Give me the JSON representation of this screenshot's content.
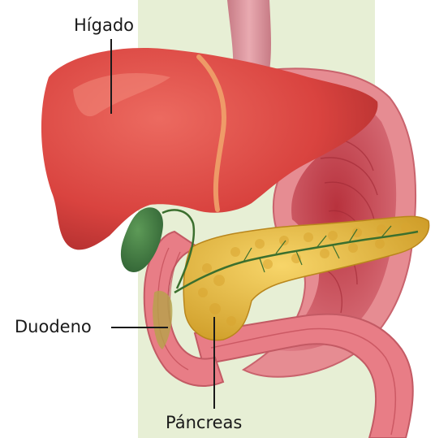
{
  "labels": {
    "liver": "Hígado",
    "duodenum": "Duodeno",
    "pancreas": "Páncreas"
  },
  "colors": {
    "background_panel": "#e7efd5",
    "liver": "#d9433f",
    "liver_shadow": "#b22f2e",
    "esophagus": "#d68f98",
    "stomach_outer": "#e68c92",
    "stomach_inner": "#c93a46",
    "gallbladder": "#3f7d45",
    "pancreas": "#e6b93a",
    "duodenum": "#e87d86",
    "leader_lines": "#1a1a1a",
    "bile_duct": "#3b6f2e"
  }
}
